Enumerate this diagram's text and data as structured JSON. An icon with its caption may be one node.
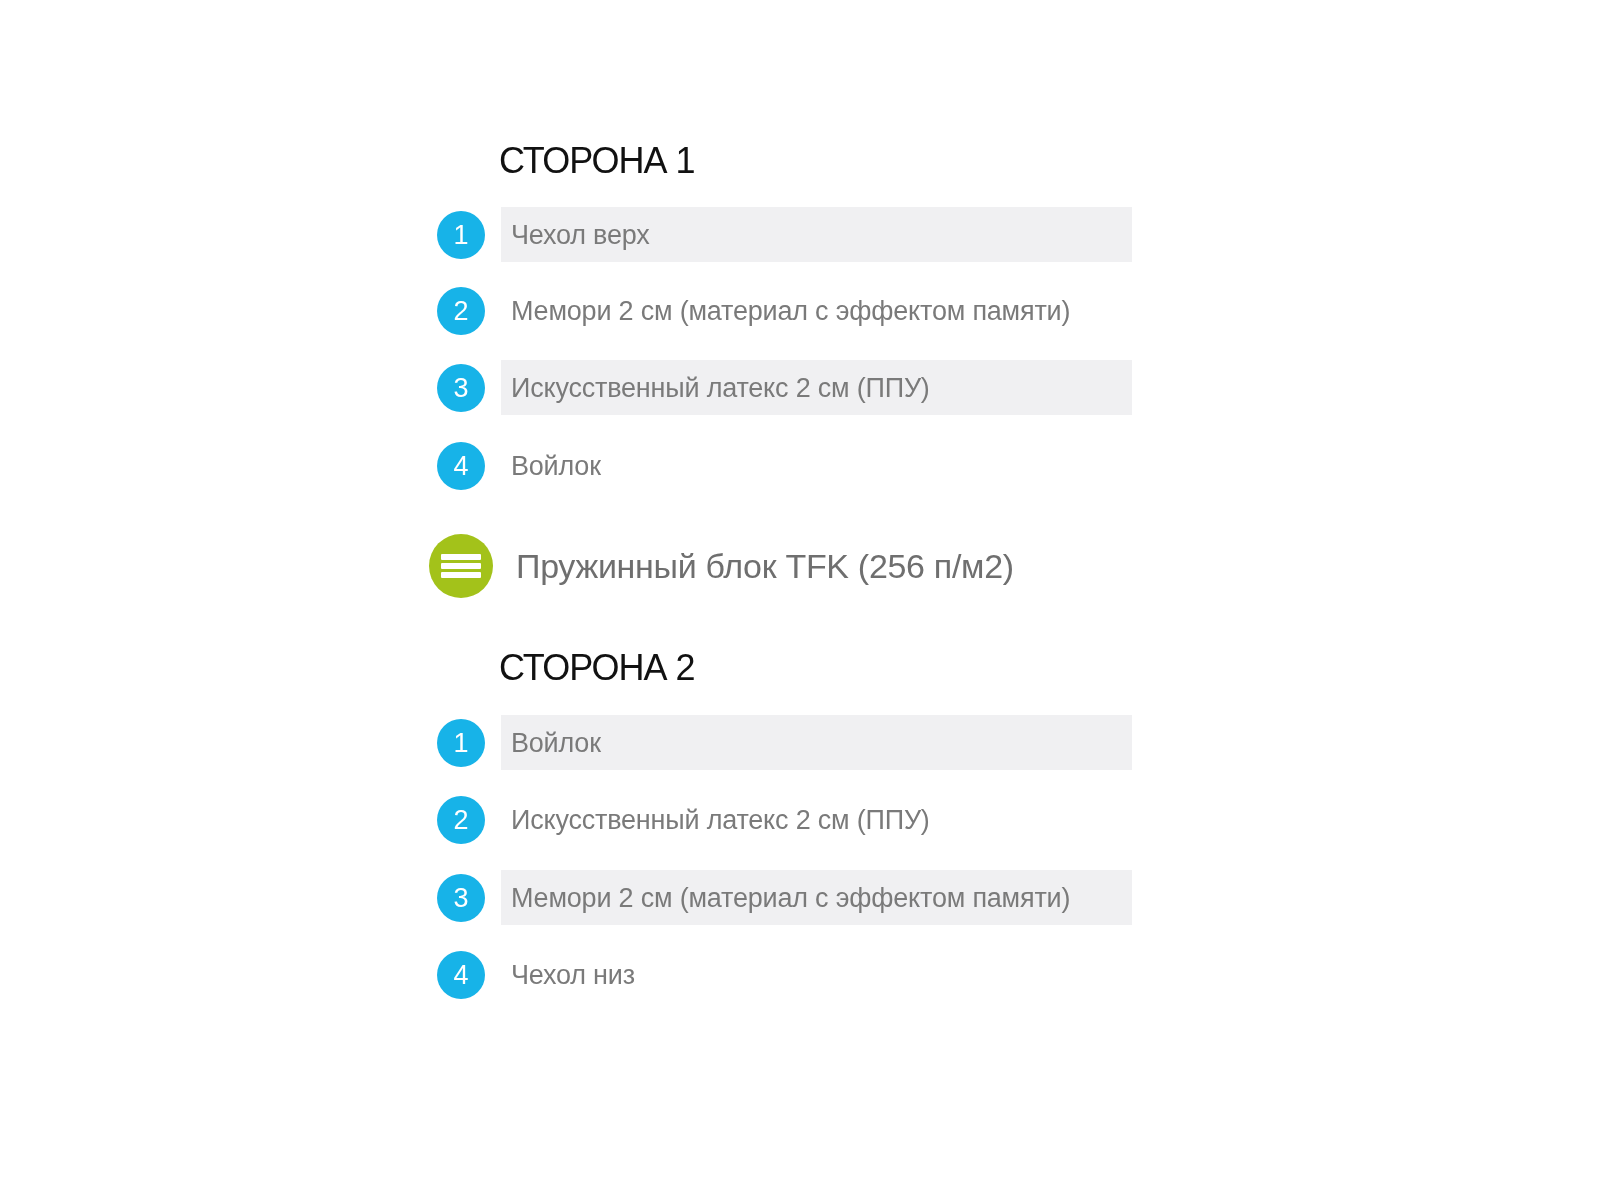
{
  "diagram": {
    "nodes": [
      {
        "text": [
          "1"
        ]
      },
      {
        "text": [
          "Чехол верх"
        ]
      },
      {
        "text": [
          "2"
        ],
        "beside": [
          "Мемори 2 см (материал с эффектом памяти)"
        ]
      },
      {
        "text": [
          "3"
        ]
      },
      {
        "text": [
          "Искусственный латекс 2 см (ППУ)"
        ]
      },
      {
        "text": [
          "4"
        ],
        "beside": [
          "Войлок"
        ]
      },
      {
        "text": [
          "1"
        ]
      },
      {
        "text": [
          "Войлок"
        ]
      },
      {
        "text": [
          "2"
        ],
        "beside": [
          "Искусственный латекс 2 см (ППУ)"
        ]
      },
      {
        "text": [
          "3"
        ]
      },
      {
        "text": [
          "Мемори 2 см (материал с эффектом памяти)"
        ]
      },
      {
        "text": [
          "4"
        ],
        "beside": [
          "Чехол низ"
        ]
      }
    ],
    "labels": [
      "СТОРОНА 1",
      "Пружинный блок TFK (256 п/м2)",
      "СТОРОНА 2"
    ]
  }
}
